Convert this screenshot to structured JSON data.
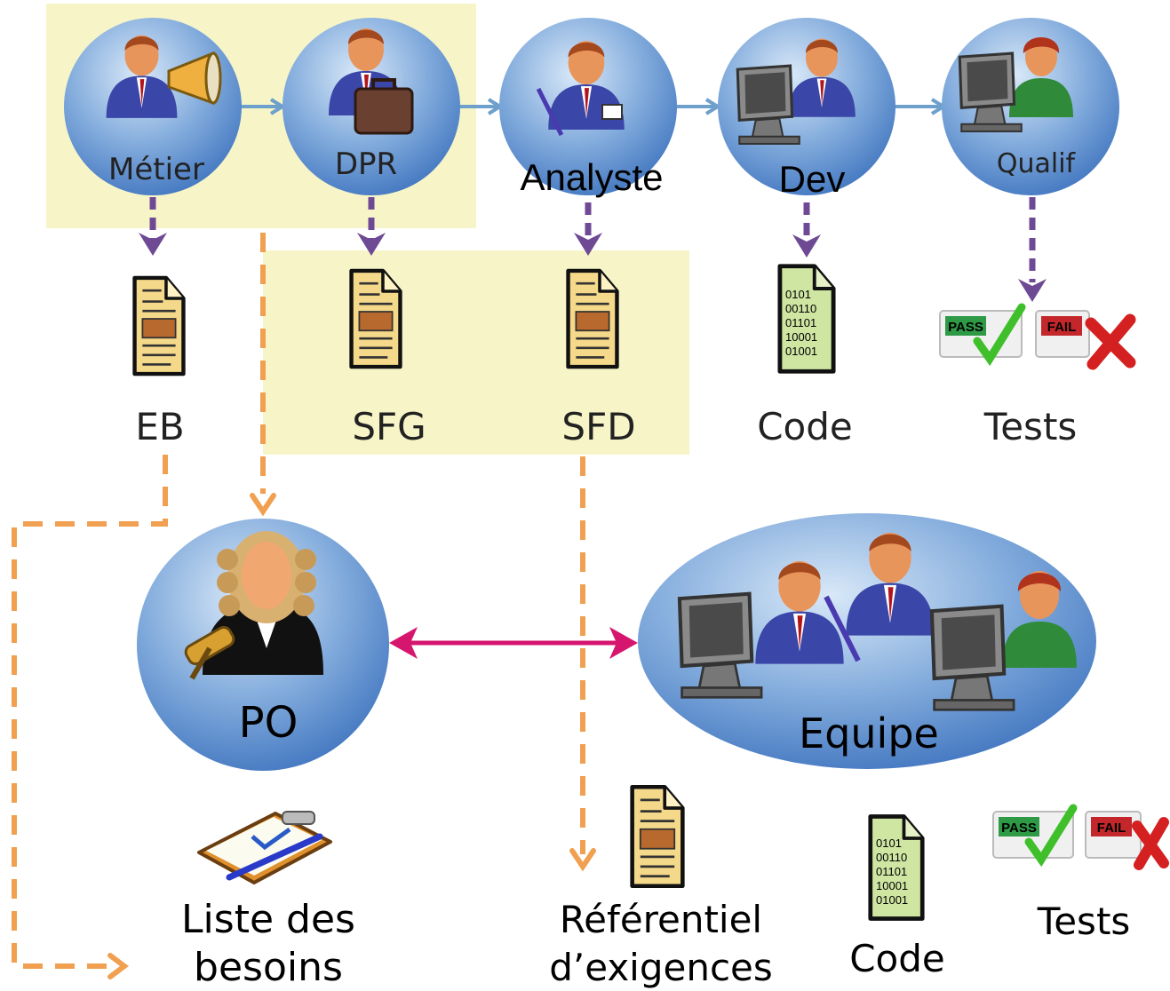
{
  "top_row": {
    "roles": [
      {
        "label": "Métier",
        "icon": "manager-megaphone-icon"
      },
      {
        "label": "DPR",
        "icon": "businessman-briefcase-icon"
      },
      {
        "label": "Analyste",
        "icon": "analyst-pen-icon"
      },
      {
        "label": "Dev",
        "icon": "developer-computer-icon"
      },
      {
        "label": "Qualif",
        "icon": "tester-computer-icon"
      }
    ],
    "deliverables": [
      {
        "label": "EB",
        "icon": "document-icon"
      },
      {
        "label": "SFG",
        "icon": "document-icon"
      },
      {
        "label": "SFD",
        "icon": "document-icon"
      },
      {
        "label": "Code",
        "icon": "code-file-icon"
      },
      {
        "label": "Tests",
        "icon": "pass-fail-icon"
      }
    ]
  },
  "bottom_row": {
    "po": {
      "label": "PO",
      "icon": "judge-gavel-icon"
    },
    "team": {
      "label": "Equipe",
      "icon": "team-group-icon"
    },
    "outputs": [
      {
        "label_lines": [
          "Liste des",
          "besoins"
        ],
        "icon": "clipboard-icon"
      },
      {
        "label_lines": [
          "Référentiel",
          "d’exigences"
        ],
        "icon": "document-icon"
      },
      {
        "label": "Code",
        "icon": "code-file-icon"
      },
      {
        "label": "Tests",
        "icon": "pass-fail-icon"
      }
    ]
  },
  "badges": {
    "pass": "PASS",
    "fail": "FAIL"
  },
  "code_digits": [
    "0101",
    "00110",
    "01101",
    "10001",
    "01001"
  ],
  "colors": {
    "highlight": "#f7f5c8",
    "circle_light": "#c5dcf2",
    "circle_dark": "#4f87cf",
    "purple_arrow": "#6f4a94",
    "orange_dash": "#f0a050",
    "magenta": "#d6156e",
    "blue_connector": "#6ea0cc",
    "doc_yellow": "#f5d98a",
    "code_green": "#cfe6a2"
  }
}
